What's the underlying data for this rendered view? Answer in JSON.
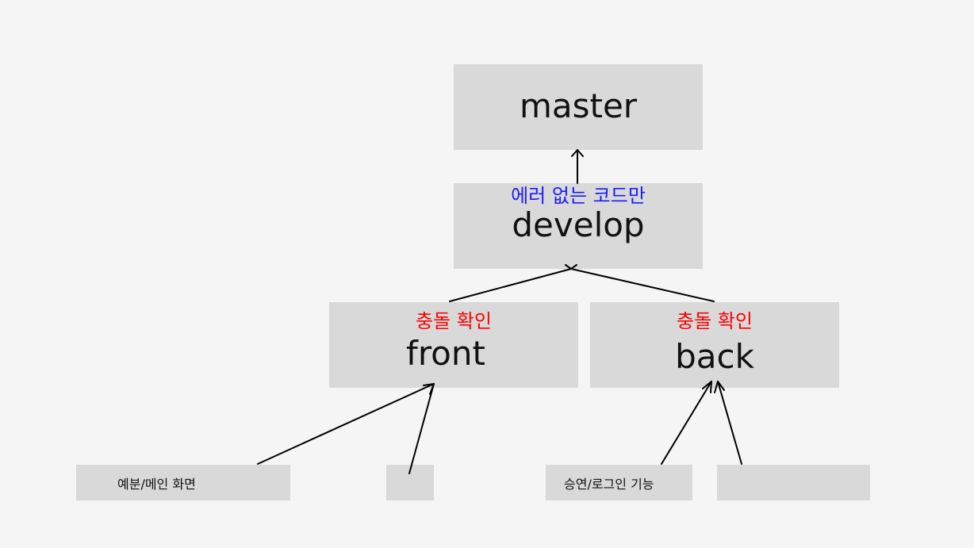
{
  "colors": {
    "background": "#f5f5f5",
    "box_fill": "#d9d9d9",
    "text": "#111111",
    "note_blue": "#1a1aff",
    "note_red": "#ff0000",
    "arrow": "#000000"
  },
  "branches": {
    "master": {
      "label": "master"
    },
    "develop": {
      "label": "develop",
      "note": "에러 없는 코드만"
    },
    "front": {
      "label": "front",
      "note": "충돌 확인"
    },
    "back": {
      "label": "back",
      "note": "충돌 확인"
    }
  },
  "features": {
    "front_feature_1": {
      "label": "예분/메인 화면"
    },
    "front_feature_2": {
      "label": ""
    },
    "back_feature_1": {
      "label": "승연/로그인 기능"
    },
    "back_feature_2": {
      "label": ""
    }
  },
  "arrows": [
    {
      "from": "develop",
      "to": "master"
    },
    {
      "from": "front",
      "to": "develop"
    },
    {
      "from": "back",
      "to": "develop"
    },
    {
      "from": "front_feature_1",
      "to": "front"
    },
    {
      "from": "front_feature_2",
      "to": "front"
    },
    {
      "from": "back_feature_1",
      "to": "back"
    },
    {
      "from": "back_feature_2",
      "to": "back"
    }
  ]
}
